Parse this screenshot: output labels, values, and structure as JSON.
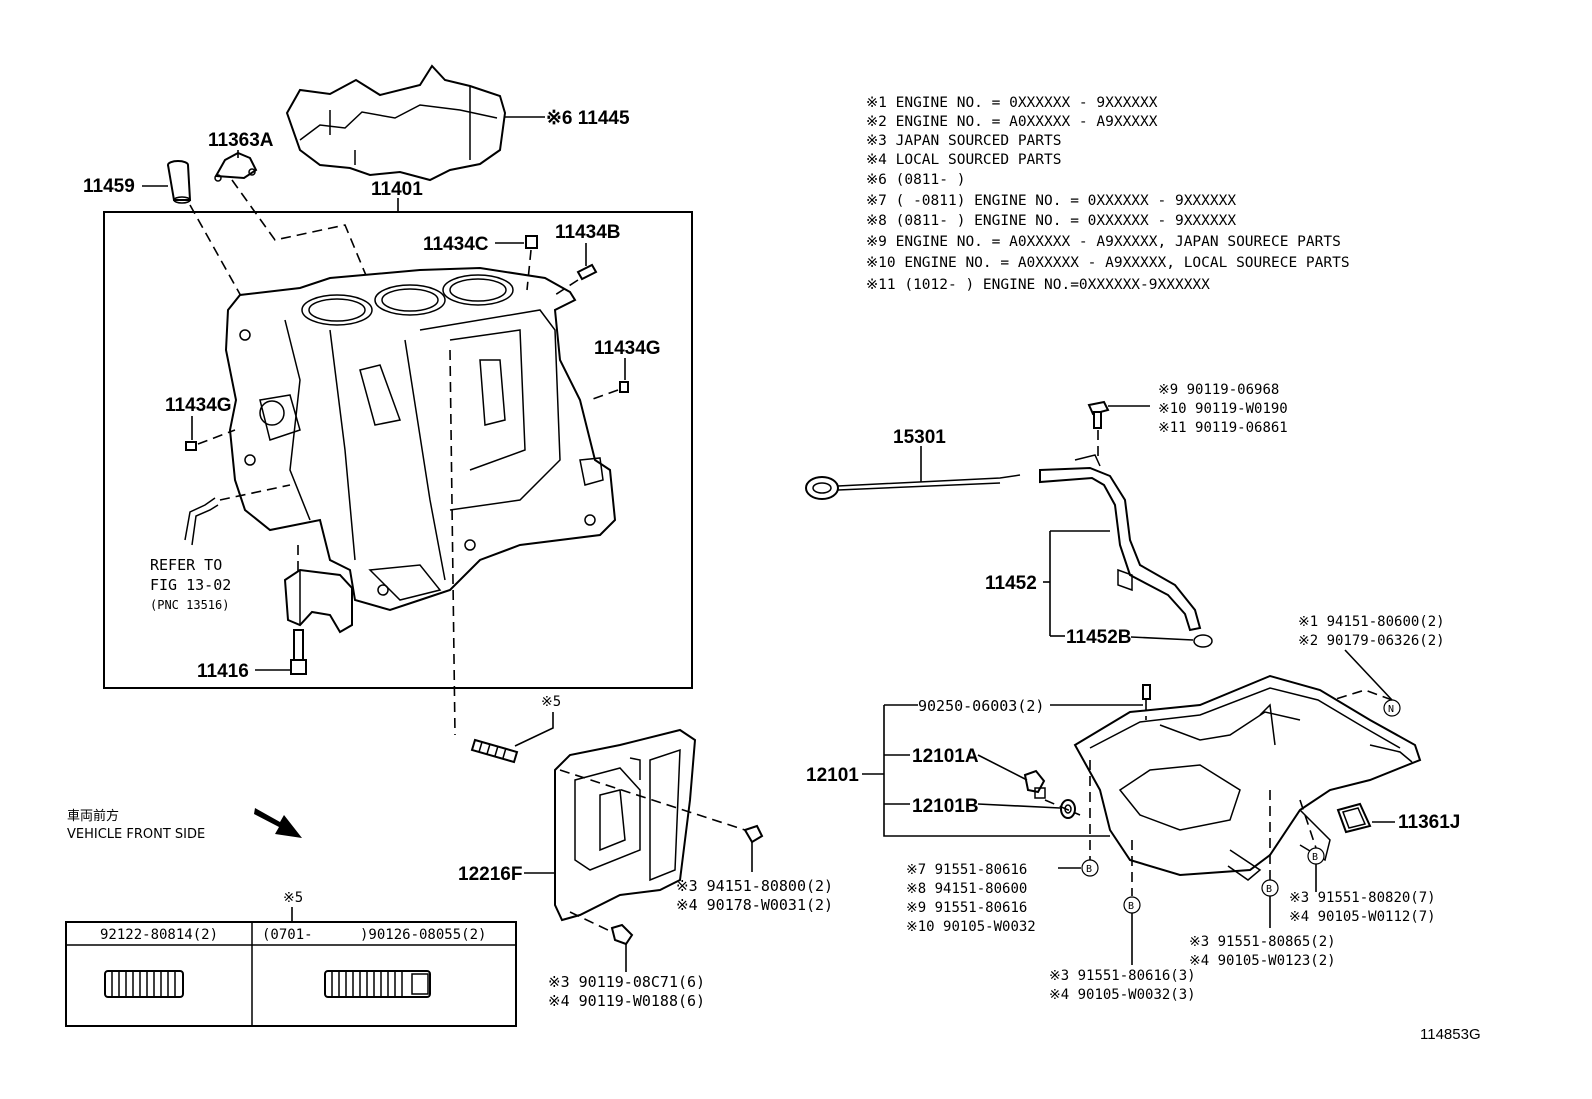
{
  "notes": [
    "※1 ENGINE NO. = 0XXXXXX - 9XXXXXX",
    "※2 ENGINE NO. = A0XXXXX - A9XXXXX",
    "※3  JAPAN SOURCED PARTS",
    "※4  LOCAL SOURCED PARTS",
    "※6 (0811-    )",
    "※7 (       -0811) ENGINE NO. = 0XXXXXX - 9XXXXXX",
    "※8 (0811-       ) ENGINE NO. = 0XXXXXX - 9XXXXXX",
    "※9 ENGINE NO. = A0XXXXX - A9XXXXX, JAPAN SOURECE PARTS",
    "※10 ENGINE NO. = A0XXXXX - A9XXXXX, LOCAL SOURECE PARTS",
    "※11 (1012-    )  ENGINE NO.=0XXXXXX-9XXXXXX"
  ],
  "labels": {
    "p11445": "※6 11445",
    "p11363A": "11363A",
    "p11459": "11459",
    "p11401": "11401",
    "p11434C": "11434C",
    "p11434B": "11434B",
    "p11434G_right": "11434G",
    "p11434G_left": "11434G",
    "refer": [
      "REFER TO",
      "FIG 13-02",
      "(PNC 13516)"
    ],
    "p11416": "11416",
    "star5": "※5",
    "p15301": "15301",
    "bolt_9": "※9  90119-06968",
    "bolt_10": "※10 90119-W0190",
    "bolt_11": "※11 90119-06861",
    "p11452": "11452",
    "p11452B": "11452B",
    "n1": "※1 94151-80600(2)",
    "n2": "※2 90179-06326(2)",
    "p90250": "90250-06003(2)",
    "p12101": "12101",
    "p12101A": "12101A",
    "p12101B": "12101B",
    "p11361J": "11361J",
    "p12216F": "12216F",
    "s3_94151": "※3  94151-80800(2)",
    "s4_90178": "※4  90178-W0031(2)",
    "s3_90119": "※3  90119-08C71(6)",
    "s4_90119": "※4  90119-W0188(6)",
    "b7": "※7   91551-80616",
    "b8": "※8   94151-80600",
    "b9": "※9   91551-80616",
    "b10": "※10 90105-W0032",
    "r3_820": "※3  91551-80820(7)",
    "r4_112": "※4  90105-W0112(7)",
    "m3_865": "※3  91551-80865(2)",
    "m4_123": "※4  90105-W0123(2)",
    "l3_616": "※3  91551-80616(3)",
    "l4_032": "※4  90105-W0032(3)",
    "front_jp": "車両前方",
    "front_en": "VEHICLE FRONT SIDE",
    "ref_code": "114853G",
    "marker_B": "B",
    "marker_N": "N"
  },
  "table": {
    "title": "※5",
    "col1": "92122-80814(2)",
    "col2_left": "(0701-",
    "col2_right": ")90126-08055(2)"
  }
}
